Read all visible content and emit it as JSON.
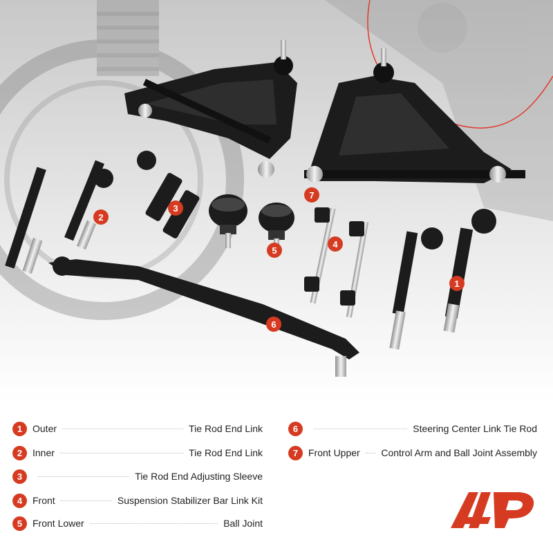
{
  "photo": {
    "description_icon": "car-parts-photo",
    "callouts": [
      "1",
      "2",
      "3",
      "4",
      "5",
      "6",
      "7"
    ]
  },
  "legend": [
    {
      "num": "1",
      "lead": "Outer",
      "tail": "Tie Rod End Link"
    },
    {
      "num": "2",
      "lead": "Inner",
      "tail": "Tie Rod End Link"
    },
    {
      "num": "3",
      "lead": "",
      "tail": "Tie Rod End Adjusting Sleeve"
    },
    {
      "num": "4",
      "lead": "Front",
      "tail": "Suspension Stabilizer Bar Link Kit"
    },
    {
      "num": "5",
      "lead": "Front Lower",
      "tail": "Ball Joint"
    },
    {
      "num": "6",
      "lead": "",
      "tail": "Steering Center Link Tie Rod"
    },
    {
      "num": "7",
      "lead": "Front Upper",
      "tail": "Control Arm and Ball Joint Assembly"
    }
  ],
  "colors": {
    "accent": "#d63b22",
    "text": "#222222",
    "part": "#1c1c1c",
    "chrome": "#c9c9c9"
  }
}
